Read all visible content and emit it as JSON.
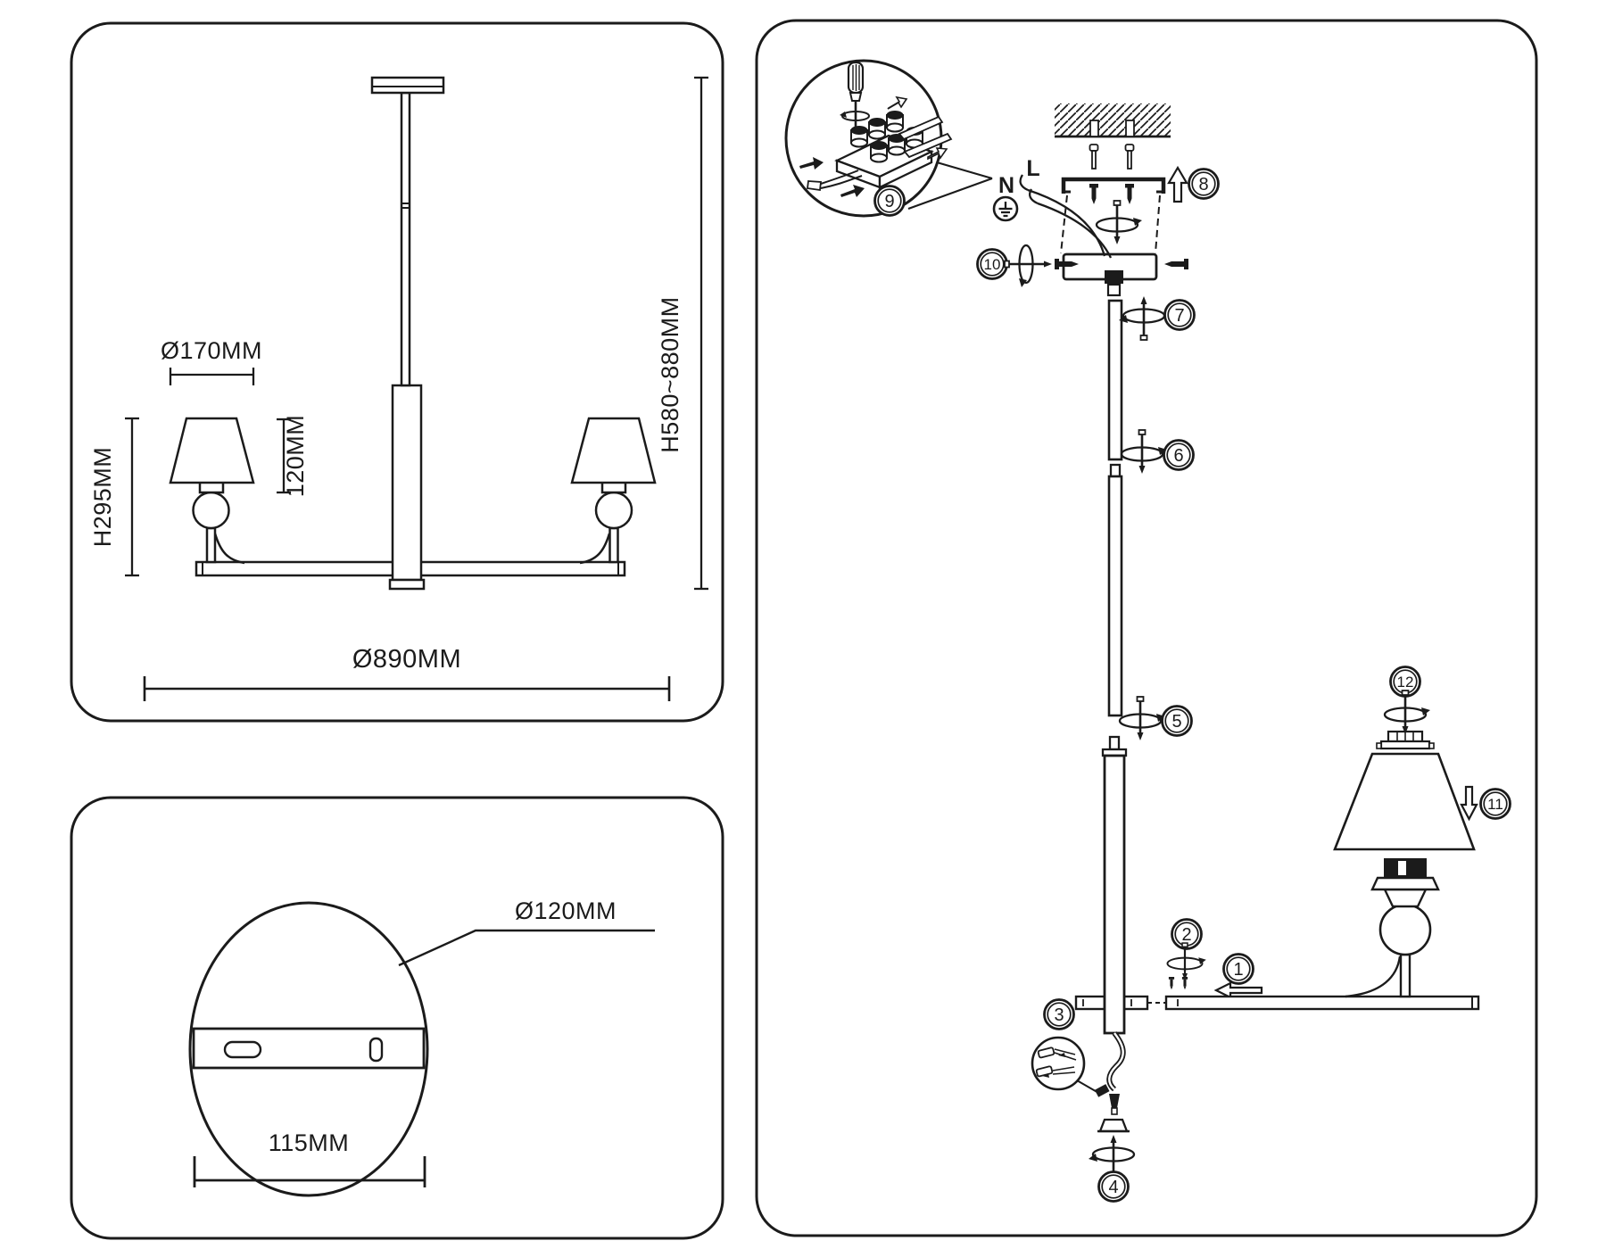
{
  "document": {
    "kind": "lighting-fixture-assembly-instruction-sheet",
    "line_color": "#1b1b1b",
    "background": "#ffffff"
  },
  "panel_dimensions_front": {
    "shade_diameter": "Ø170MM",
    "shade_to_center": "120MM",
    "body_height": "H295MM",
    "hanging_height": "H580~880MM",
    "fixture_diameter": "Ø890MM"
  },
  "panel_canopy": {
    "canopy_diameter": "Ø120MM",
    "mount_hole_spacing": "115MM"
  },
  "panel_assembly": {
    "wiring": {
      "neutral": "N",
      "live": "L"
    },
    "steps": [
      "1",
      "2",
      "3",
      "4",
      "5",
      "6",
      "7",
      "8",
      "9",
      "10",
      "11",
      "12"
    ]
  },
  "icons": {
    "rotate_screw": "rotate-screw-icon",
    "rotate_screw_horizontal": "rotate-screw-horizontal-icon",
    "screwdriver": "screwdriver-icon",
    "ground": "ground-symbol-icon",
    "arrow_up": "arrow-up-icon",
    "arrow_down": "arrow-down-icon",
    "arrow_left": "arrow-left-icon",
    "ceiling_hatch": "ceiling-hatch-icon"
  }
}
